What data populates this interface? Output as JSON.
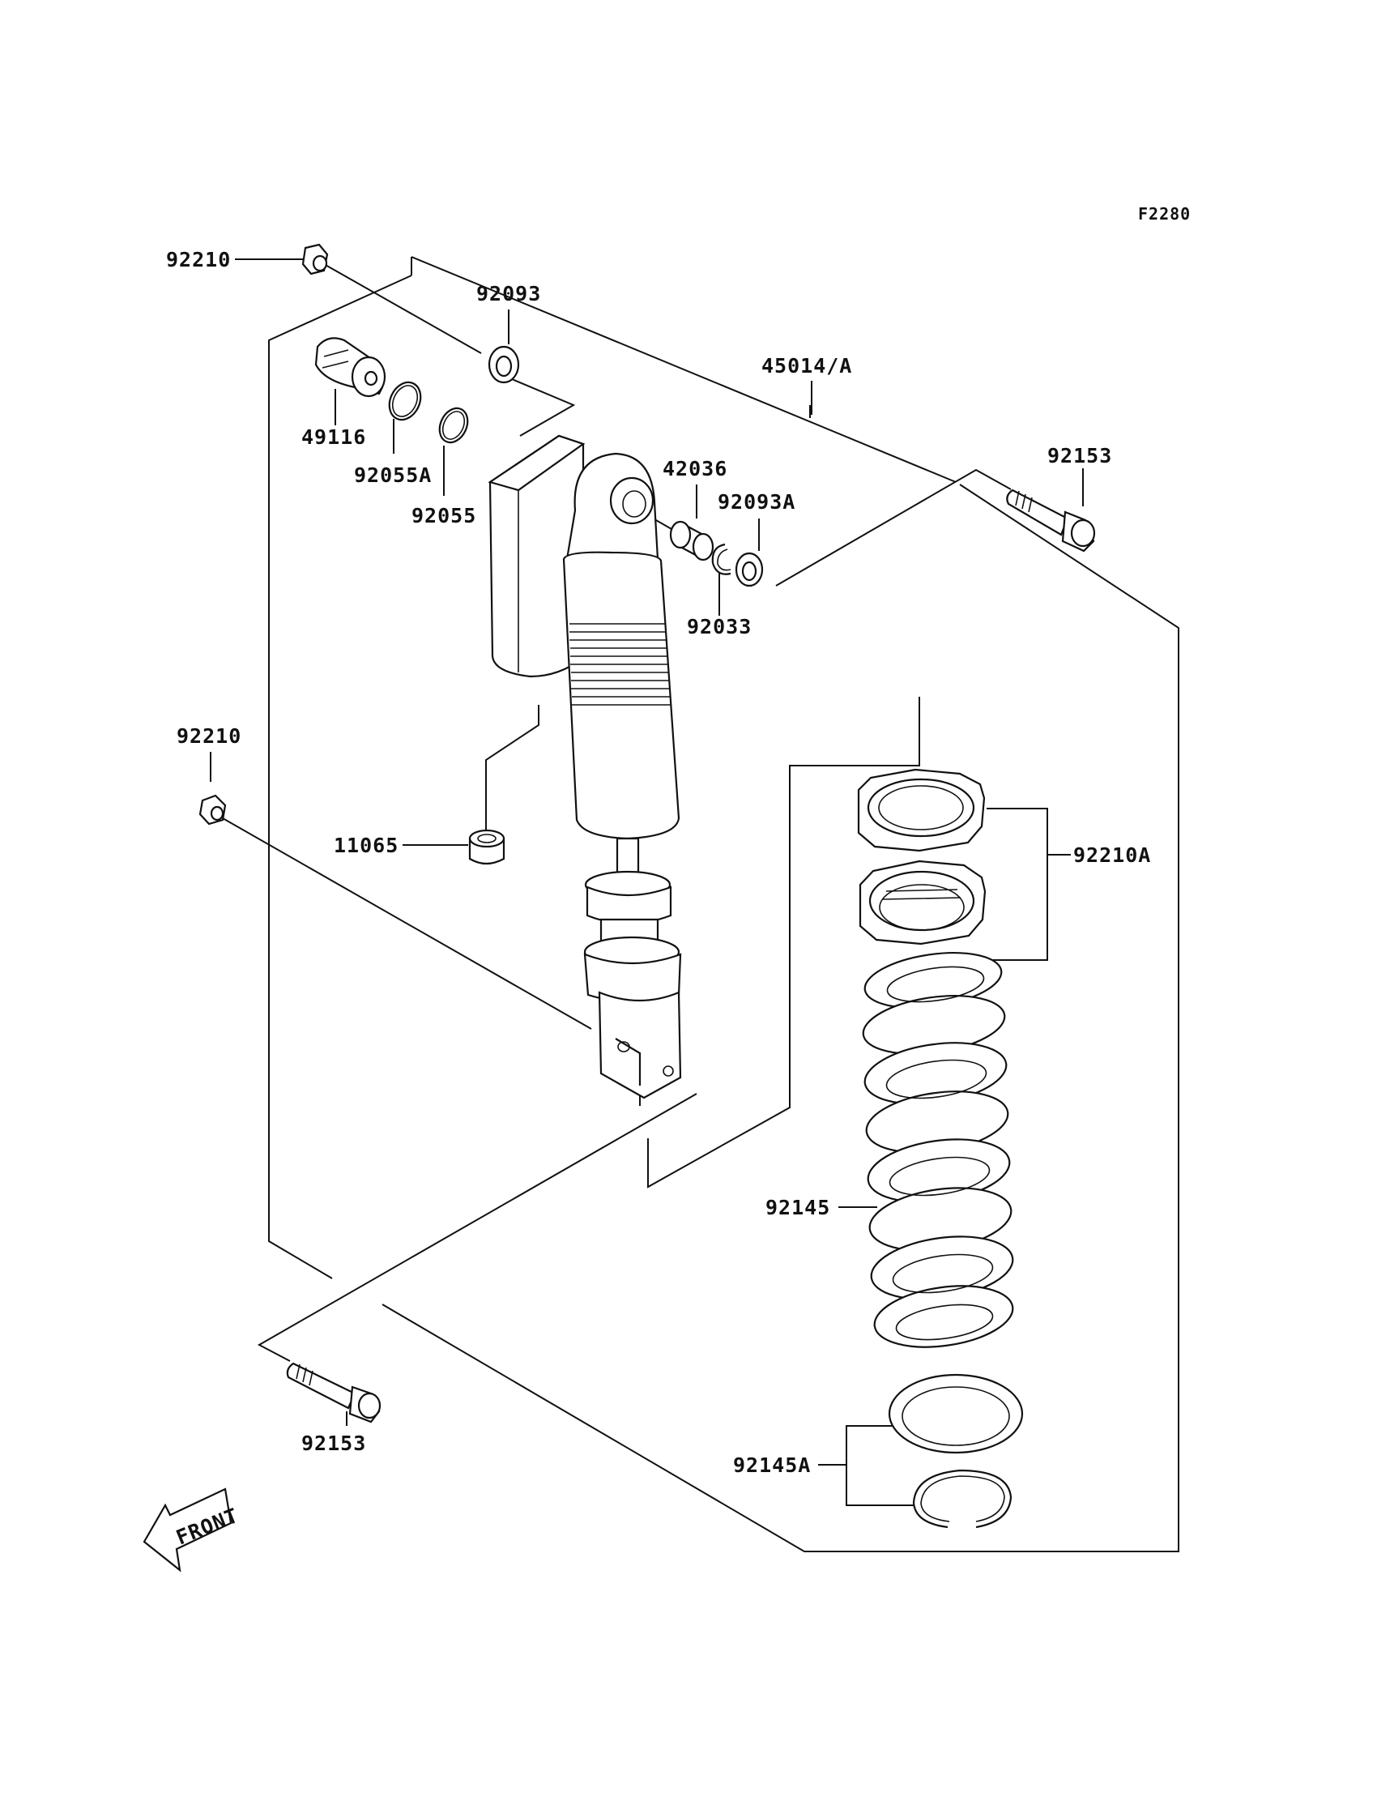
{
  "figure_ref": "F2280",
  "labels": {
    "p92210_top": "92210",
    "p92093": "92093",
    "p45014": "45014/A",
    "p49116": "49116",
    "p92055A": "92055A",
    "p92055": "92055",
    "p42036": "42036",
    "p92093A": "92093A",
    "p92153_top": "92153",
    "p92033": "92033",
    "p92210_left": "92210",
    "p11065": "11065",
    "p92210A": "92210A",
    "p92145": "92145",
    "p92153_bottom": "92153",
    "p92145A": "92145A"
  },
  "front_badge": "FRONT",
  "line_color": "#111111",
  "background": "#ffffff"
}
